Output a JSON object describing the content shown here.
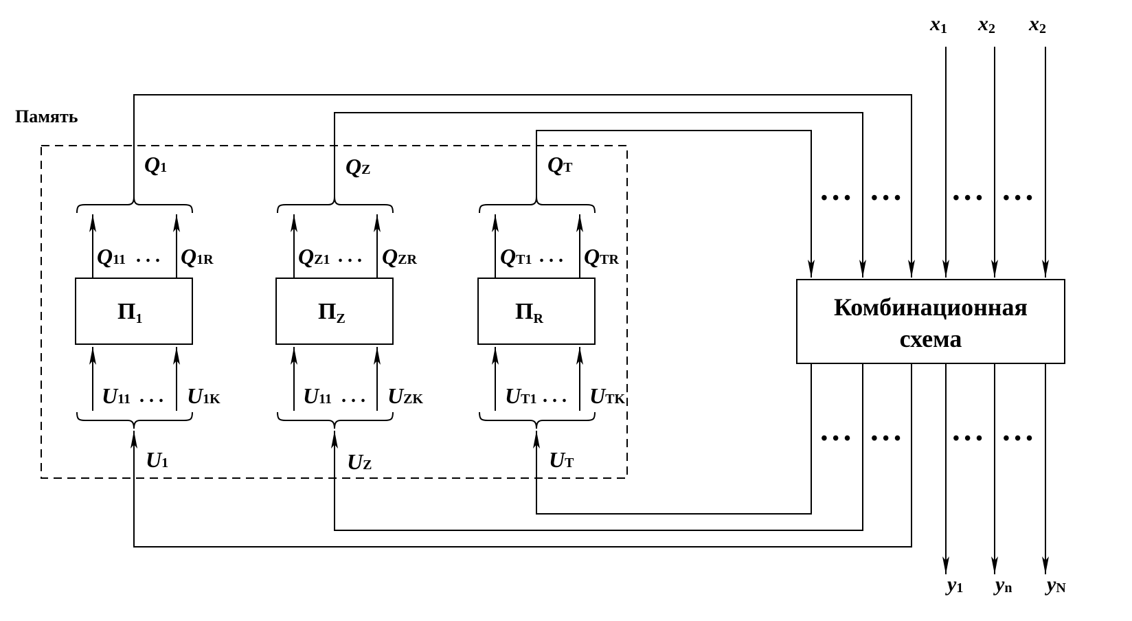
{
  "memory_label": "Память",
  "combo_label_line1": "Комбинационная",
  "combo_label_line2": "схема",
  "dots_short": ". . .",
  "dots_wide": "• • •",
  "blocks": [
    {
      "name_main": "П",
      "name_sub": "1",
      "q_main": "Q",
      "q_sub": "1",
      "q_left_main": "Q",
      "q_left_sub": "11",
      "q_right_main": "Q",
      "q_right_sub": "1R",
      "u_main": "U",
      "u_sub": "1",
      "u_left_main": "U",
      "u_left_sub": "11",
      "u_right_main": "U",
      "u_right_sub": "1K"
    },
    {
      "name_main": "П",
      "name_sub": "Z",
      "q_main": "Q",
      "q_sub": "Z",
      "q_left_main": "Q",
      "q_left_sub": "Z1",
      "q_right_main": "Q",
      "q_right_sub": "ZR",
      "u_main": "U",
      "u_sub": "Z",
      "u_left_main": "U",
      "u_left_sub": "11",
      "u_right_main": "U",
      "u_right_sub": "ZK"
    },
    {
      "name_main": "П",
      "name_sub": "R",
      "q_main": "Q",
      "q_sub": "T",
      "q_left_main": "Q",
      "q_left_sub": "T1",
      "q_right_main": "Q",
      "q_right_sub": "TR",
      "u_main": "U",
      "u_sub": "T",
      "u_left_main": "U",
      "u_left_sub": "T1",
      "u_right_main": "U",
      "u_right_sub": "TK"
    }
  ],
  "inputs": [
    {
      "main": "x",
      "sub": "1"
    },
    {
      "main": "x",
      "sub": "2"
    },
    {
      "main": "x",
      "sub": "2"
    }
  ],
  "outputs": [
    {
      "main": "y",
      "sub": "1"
    },
    {
      "main": "y",
      "sub": "n"
    },
    {
      "main": "y",
      "sub": "N"
    }
  ]
}
